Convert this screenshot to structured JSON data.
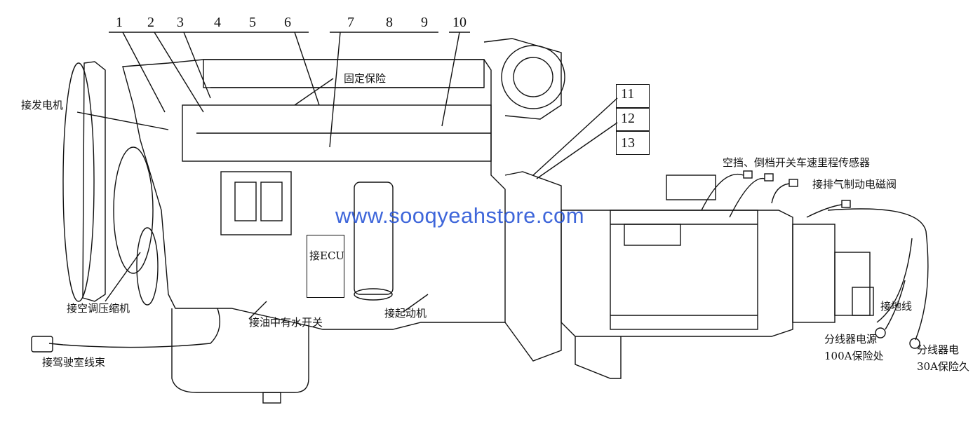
{
  "callout_numbers": [
    "1",
    "2",
    "3",
    "4",
    "5",
    "6",
    "7",
    "8",
    "9",
    "10",
    "11",
    "12",
    "13"
  ],
  "labels": {
    "alternator": "接发电机",
    "fixed_fuse": "固定保险",
    "ecu": "接ECU",
    "ac_compressor": "接空调压缩机",
    "water_in_fuel_switch": "接油中有水开关",
    "starter": "接起动机",
    "cab_harness": "接驾驶室线束",
    "neutral_reverse_switch": "空挡、倒档开关",
    "speedometer_sensor": "车速里程传感器",
    "exhaust_brake_valve": "接排气制动电磁阀",
    "ground_wire": "接地线",
    "splitter_power_100a_line1": "分线器电源",
    "splitter_power_100a_line2": "100A保险处",
    "splitter_power_30a_line1": "分线器电",
    "splitter_power_30a_line2": "30A保险久"
  },
  "watermark": "www.sooqyeahstore.com",
  "colors": {
    "line": "#111111",
    "watermark": "#2a56d6"
  }
}
